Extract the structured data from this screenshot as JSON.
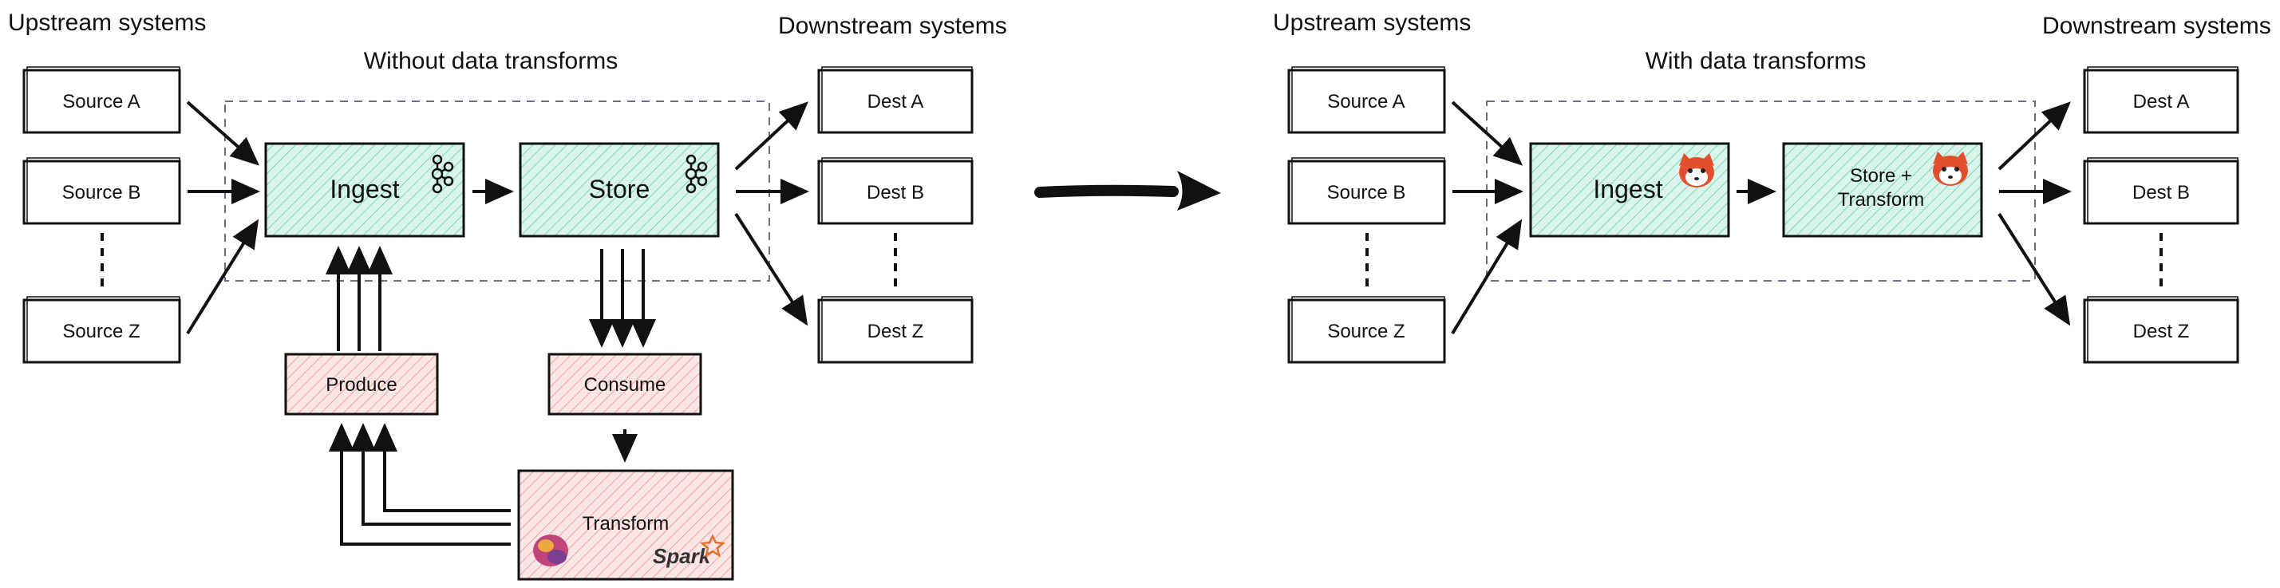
{
  "left": {
    "upstream_heading": "Upstream systems",
    "downstream_heading": "Downstream systems",
    "title": "Without data transforms",
    "sources": [
      "Source A",
      "Source B",
      "Source Z"
    ],
    "ingest": "Ingest",
    "store": "Store",
    "dests": [
      "Dest A",
      "Dest B",
      "Dest Z"
    ],
    "produce": "Produce",
    "consume": "Consume",
    "transform": "Transform",
    "spark_logo_text": "Spark",
    "icons": [
      "kafka-icon",
      "kafka-icon",
      "flink-squirrel-icon",
      "spark-star-icon"
    ]
  },
  "right": {
    "upstream_heading": "Upstream systems",
    "downstream_heading": "Downstream systems",
    "title": "With data transforms",
    "sources": [
      "Source A",
      "Source B",
      "Source Z"
    ],
    "ingest": "Ingest",
    "store_line1": "Store +",
    "store_line2": "Transform",
    "dests": [
      "Dest A",
      "Dest B",
      "Dest Z"
    ],
    "icons": [
      "redpanda-icon",
      "redpanda-icon"
    ]
  },
  "colors": {
    "green_fill": "#d9f5ea",
    "green_hatch": "#7fd6b5",
    "red_fill": "#fbe6e6",
    "red_hatch": "#f0a3a3",
    "dashed_border": "#6b6b8a"
  }
}
